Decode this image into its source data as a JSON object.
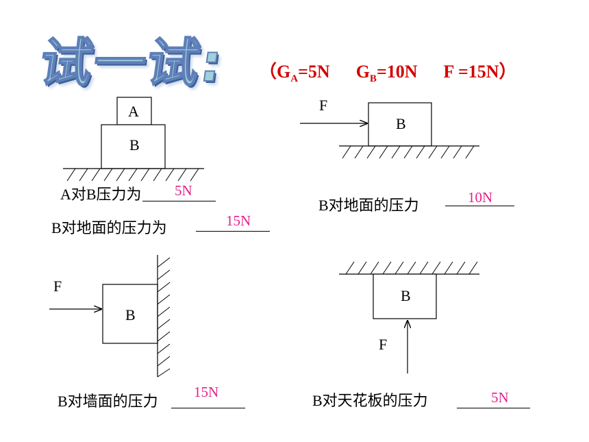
{
  "title": "试一试:",
  "given": {
    "open_paren": "（",
    "ga_g": "G",
    "ga_sub": "A",
    "ga_value": "=5N",
    "gb_g": "G",
    "gb_sub": "B",
    "gb_value": "=10N",
    "f": "F =15N",
    "close_paren": "）"
  },
  "figures": {
    "top_left": {
      "block_a": "A",
      "block_b": "B"
    },
    "top_right": {
      "force": "F",
      "block_b": "B"
    },
    "bottom_left": {
      "force": "F",
      "block_b": "B"
    },
    "bottom_right": {
      "force": "F",
      "block_b": "B"
    }
  },
  "questions": {
    "q1": {
      "text": "A对B压力为",
      "answer": "5N"
    },
    "q2": {
      "text": "B对地面的压力为",
      "answer": "15N"
    },
    "q3": {
      "text": "B对地面的压力",
      "answer": "10N"
    },
    "q4": {
      "text": "B对墙面的压力",
      "answer": "15N"
    },
    "q5": {
      "text": "B对天花板的压力",
      "answer": "5N"
    }
  }
}
